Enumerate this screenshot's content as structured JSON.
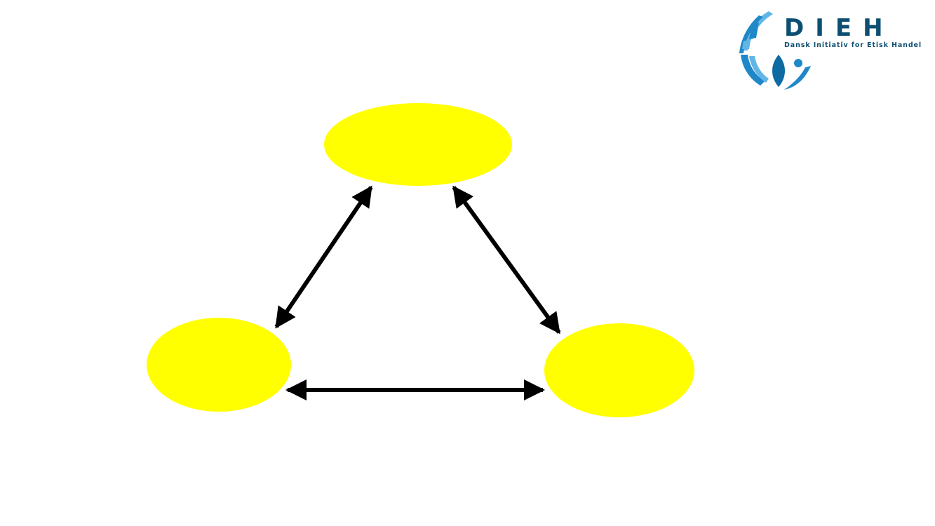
{
  "logo": {
    "wordmark": "DIEH",
    "tagline": "Dansk Initiativ for Etisk Handel",
    "colors": {
      "dark_blue": "#0d4f73",
      "mid_blue": "#1e88c8",
      "light_blue": "#62b6e6"
    }
  },
  "diagram": {
    "node_color": "#ffff00",
    "arrow_color": "#000000",
    "nodes": [
      {
        "id": "top",
        "label": ""
      },
      {
        "id": "left",
        "label": ""
      },
      {
        "id": "right",
        "label": ""
      }
    ],
    "edges": [
      {
        "from": "top",
        "to": "left",
        "direction": "both"
      },
      {
        "from": "top",
        "to": "right",
        "direction": "both"
      },
      {
        "from": "left",
        "to": "right",
        "direction": "both"
      }
    ]
  }
}
